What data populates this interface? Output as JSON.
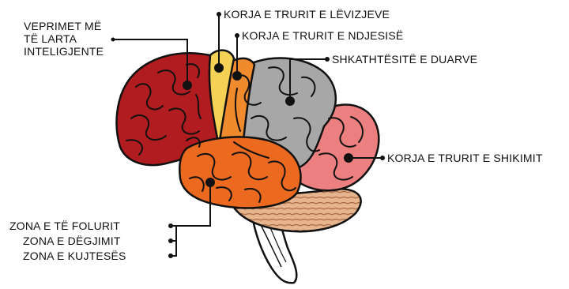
{
  "labels": {
    "higher_functions": [
      "VEPRIMET MË",
      "TË LARTA",
      "INTELIGJENTE"
    ],
    "motor_cortex": "KORJA E TRURIT E LËVIZJEVE",
    "sensory_cortex": "KORJA E TRURIT E NDJESISË",
    "hand_skills": "SHKATHTËSITË E DUARVE",
    "visual_cortex": "KORJA E TRURIT E SHIKIMIT",
    "speech_area": "ZONA E TË FOLURIT",
    "hearing_area": "ZONA E DËGJIMIT",
    "memory_area": "ZONA E KUJTESËS"
  },
  "colors": {
    "frontal": "#b01c1f",
    "motor": "#f5d155",
    "sensory": "#ef8a2d",
    "parietal": "#a7a7a7",
    "occipital": "#ec7f80",
    "temporal": "#ec6a1f",
    "cerebellum": "#e6b48d",
    "brainstem": "#ffffff",
    "leader": "#111111"
  }
}
